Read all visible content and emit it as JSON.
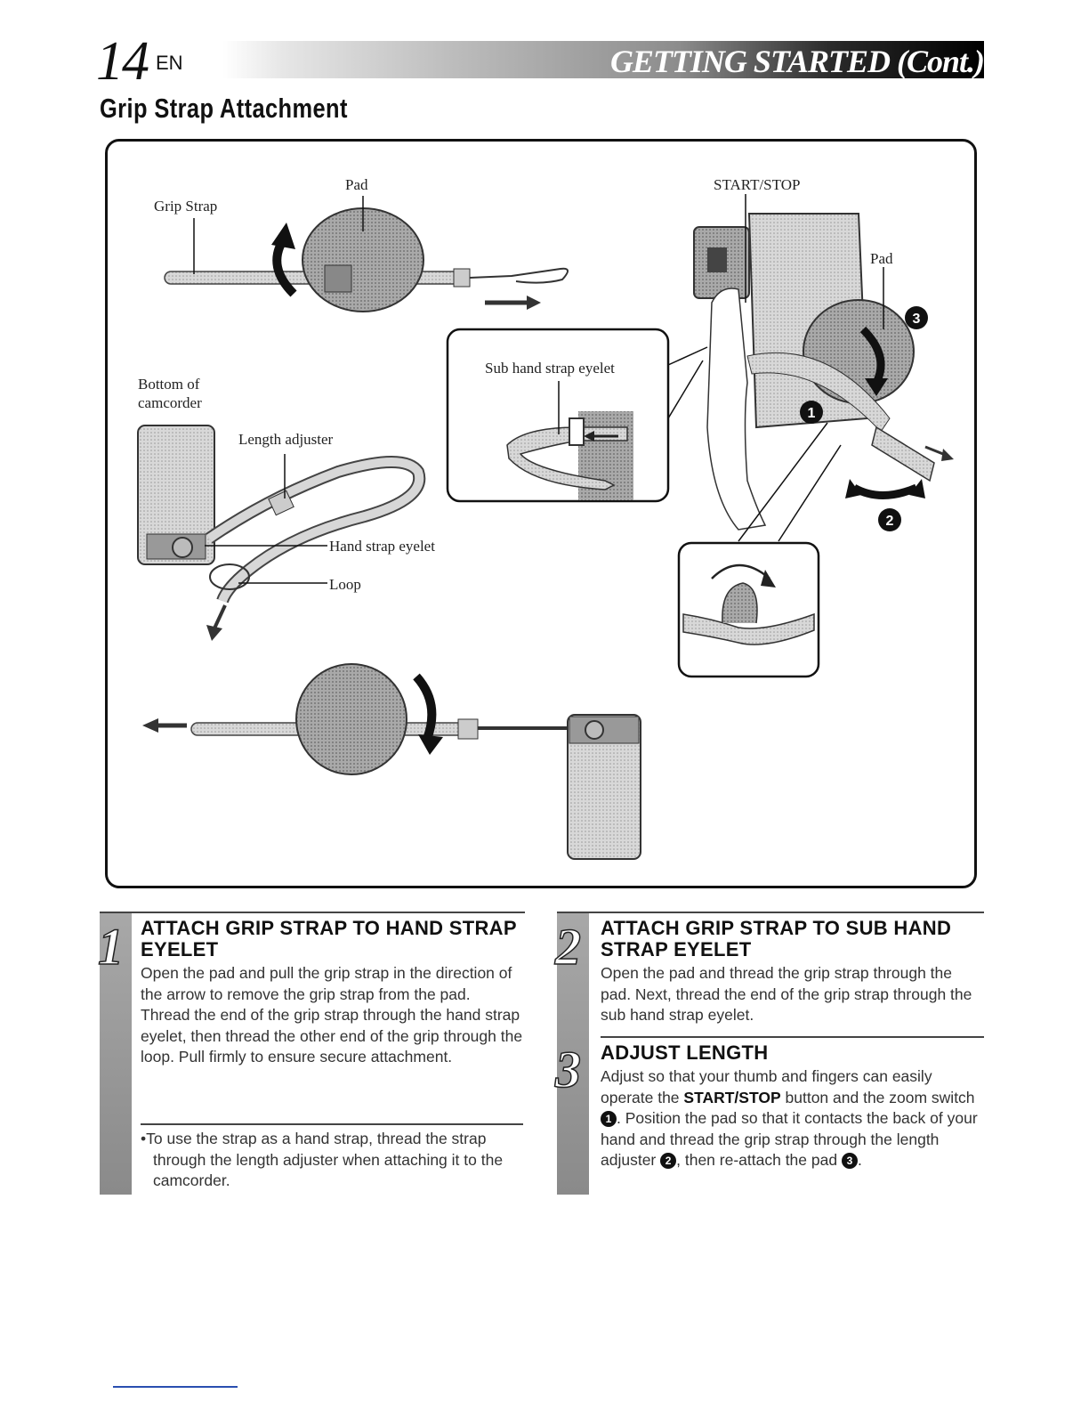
{
  "header": {
    "page_number": "14",
    "lang": "EN",
    "title": "GETTING STARTED (Cont.)"
  },
  "section_title": "Grip Strap Attachment",
  "figure": {
    "labels": {
      "grip_strap": "Grip Strap",
      "pad_top": "Pad",
      "start_stop": "START/STOP",
      "pad_right": "Pad",
      "sub_hand_strap_eyelet": "Sub hand strap eyelet",
      "bottom_of_camcorder": "Bottom of\ncamcorder",
      "length_adjuster": "Length adjuster",
      "hand_strap_eyelet": "Hand strap eyelet",
      "loop": "Loop"
    },
    "markers": [
      "1",
      "2",
      "3"
    ]
  },
  "steps": [
    {
      "number": "1",
      "heading": "ATTACH GRIP STRAP TO HAND STRAP EYELET",
      "body1": "Open the pad and pull the grip strap in the direction of the arrow to remove the grip strap from the pad.",
      "body2": "Thread the end of the grip strap through the hand strap eyelet, then thread the other end of the grip through the loop. Pull firmly to ensure secure attachment.",
      "note": "•To use the strap as a hand strap, thread the strap through the length adjuster when attaching it to the camcorder."
    },
    {
      "number": "2",
      "heading": "ATTACH GRIP STRAP TO SUB HAND STRAP EYELET",
      "body1": "Open the pad and thread the grip strap through the pad. Next, thread the end of the grip strap through the sub hand strap eyelet."
    },
    {
      "number": "3",
      "heading": "ADJUST LENGTH",
      "part1": "Adjust so that your thumb and fingers can easily operate the ",
      "bold": "START/STOP",
      "part2": " button and the zoom switch ",
      "m1": "1",
      "part3": ". Position the pad so that it contacts the back of your hand and thread the grip strap through the length adjuster ",
      "m2": "2",
      "part4": ", then re-attach the pad ",
      "m3": "3",
      "part5": "."
    }
  ]
}
